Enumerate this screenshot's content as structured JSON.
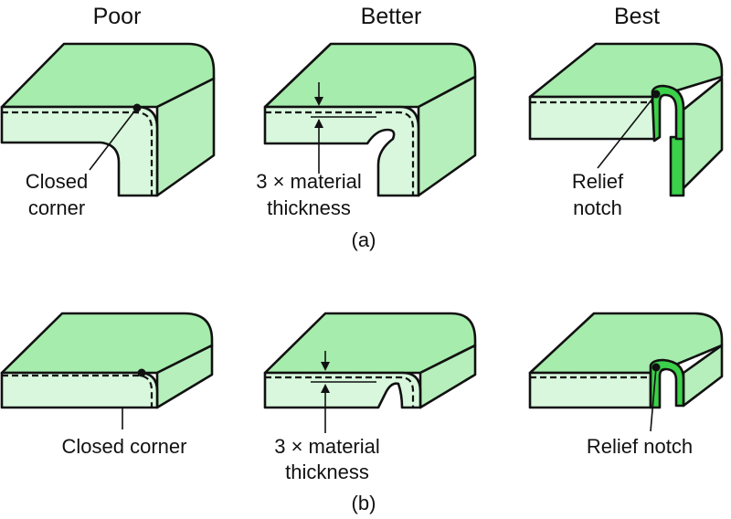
{
  "colors": {
    "top": "#a6ecac",
    "front": "#d8f7dc",
    "side": "#b6efbb",
    "edge": "#3bd14a",
    "outline": "#111111"
  },
  "headers": {
    "poor": "Poor",
    "better": "Better",
    "best": "Best"
  },
  "row_a": {
    "label": "(a)",
    "poor": {
      "line1": "Closed",
      "line2": "corner"
    },
    "better": {
      "line1": "3 × material",
      "line2": "thickness"
    },
    "best": {
      "line1": "Relief",
      "line2": "notch"
    }
  },
  "row_b": {
    "label": "(b)",
    "poor": {
      "text": "Closed corner"
    },
    "better": {
      "line1": "3 × material",
      "line2": "thickness"
    },
    "best": {
      "text": "Relief notch"
    }
  }
}
